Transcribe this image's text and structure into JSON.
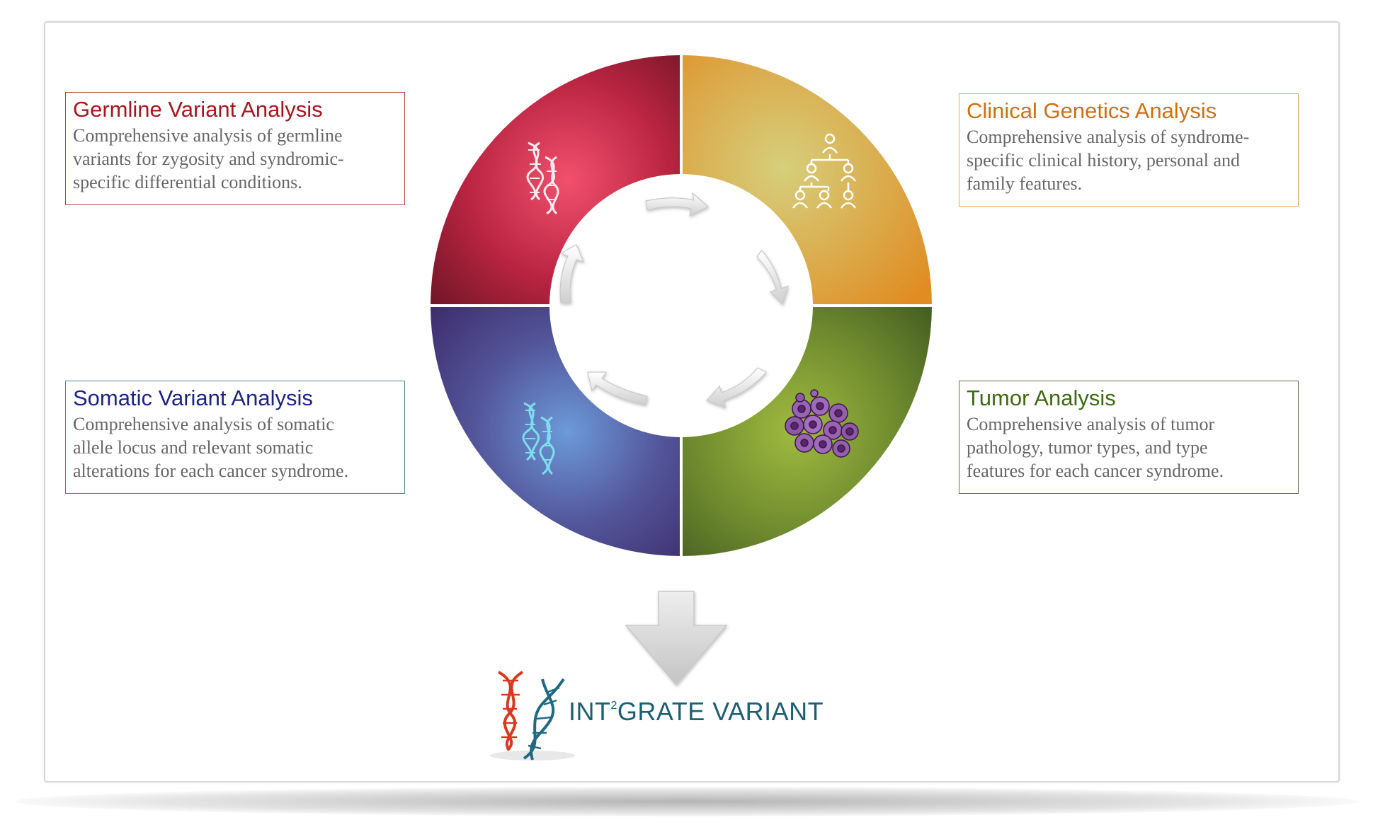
{
  "boxes": {
    "germline": {
      "title": "Germline Variant Analysis",
      "lines": [
        "Comprehensive analysis of germline",
        "variants for zygosity and syndromic-",
        "specific differential conditions."
      ]
    },
    "clinical": {
      "title": "Clinical Genetics Analysis",
      "lines": [
        "Comprehensive analysis of syndrome-",
        "specific clinical history, personal and",
        "family features."
      ]
    },
    "somatic": {
      "title": "Somatic Variant Analysis",
      "lines": [
        "Comprehensive analysis of somatic",
        "allele locus and relevant somatic",
        "alterations for each cancer syndrome."
      ]
    },
    "tumor": {
      "title": "Tumor Analysis",
      "lines": [
        "Comprehensive analysis of tumor",
        "pathology, tumor types, and type",
        "features for each cancer syndrome."
      ]
    }
  },
  "quadrant_icons": {
    "germline": "dna-helix-icon",
    "clinical": "family-pedigree-icon",
    "somatic": "dna-helix-icon",
    "tumor": "tumor-cells-icon"
  },
  "colors": {
    "germline": "#a8151f",
    "clinical": "#cf6f10",
    "somatic": "#1c2485",
    "tumor": "#3e6a12",
    "logo": "#1c5f75"
  },
  "logo": {
    "prefix": "INT",
    "superscript": "2",
    "suffix": "GRATE VARIANT",
    "icon": "dna-double-helix-logo-icon"
  }
}
